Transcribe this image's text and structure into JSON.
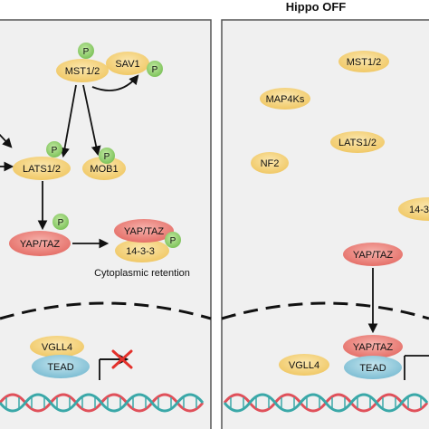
{
  "header": {
    "right_title": "Hippo OFF"
  },
  "left_panel": {
    "mst": "MST1/2",
    "sav": "SAV1",
    "lats": "LATS1/2",
    "mob": "MOB1",
    "yap": "YAP/TAZ",
    "complex_yap": "YAP/TAZ",
    "complex_1433": "14-3-3",
    "retention": "Cytoplasmic retention",
    "vgll4": "VGLL4",
    "tead": "TEAD"
  },
  "right_panel": {
    "mst": "MST1/2",
    "map4k": "MAP4Ks",
    "lats": "LATS1/2",
    "nf2": "NF2",
    "partial_1433": "14-3",
    "yap": "YAP/TAZ",
    "vgll4": "VGLL4",
    "nuclear_yap": "YAP/TAZ",
    "tead": "TEAD"
  },
  "phospho_label": "P",
  "colors": {
    "panel_bg": "#f0f0f0",
    "panel_border": "#555555",
    "kinase_fill": "#f6d98a",
    "yap_fill": "#ee8c86",
    "tead_fill": "#9bcfe0",
    "phospho_fill": "#9dd37a",
    "block_x": "#e3312b",
    "dna_red": "#e0505a",
    "dna_teal": "#3aa8a8"
  }
}
